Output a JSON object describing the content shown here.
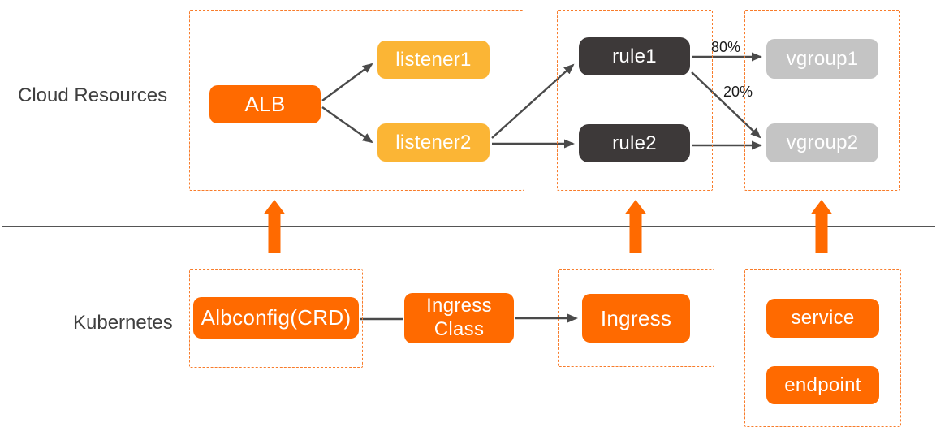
{
  "sections": {
    "cloud": "Cloud Resources",
    "kubernetes": "Kubernetes"
  },
  "nodes": {
    "alb": {
      "label": "ALB"
    },
    "listener1": {
      "label": "listener1"
    },
    "listener2": {
      "label": "listener2"
    },
    "rule1": {
      "label": "rule1"
    },
    "rule2": {
      "label": "rule2"
    },
    "vgroup1": {
      "label": "vgroup1"
    },
    "vgroup2": {
      "label": "vgroup2"
    },
    "albconfig": {
      "label": "Albconfig(CRD)"
    },
    "ingress_class": {
      "line1": "Ingress",
      "line2": "Class"
    },
    "ingress": {
      "label": "Ingress"
    },
    "service": {
      "label": "service"
    },
    "endpoint": {
      "label": "endpoint"
    }
  },
  "edge_labels": {
    "rule1_to_vgroup1": "80%",
    "rule1_to_vgroup2": "20%"
  },
  "colors": {
    "node_orange": "#FF6A00",
    "node_yellow": "#FBB535",
    "node_dark": "#3D3939",
    "node_gray": "#C4C4C4",
    "dashed_border": "#F87C2B",
    "connector": "#4A4A4A",
    "divider": "#555555",
    "section_text": "#3F3F3F",
    "up_arrow": "#FF6A00"
  }
}
